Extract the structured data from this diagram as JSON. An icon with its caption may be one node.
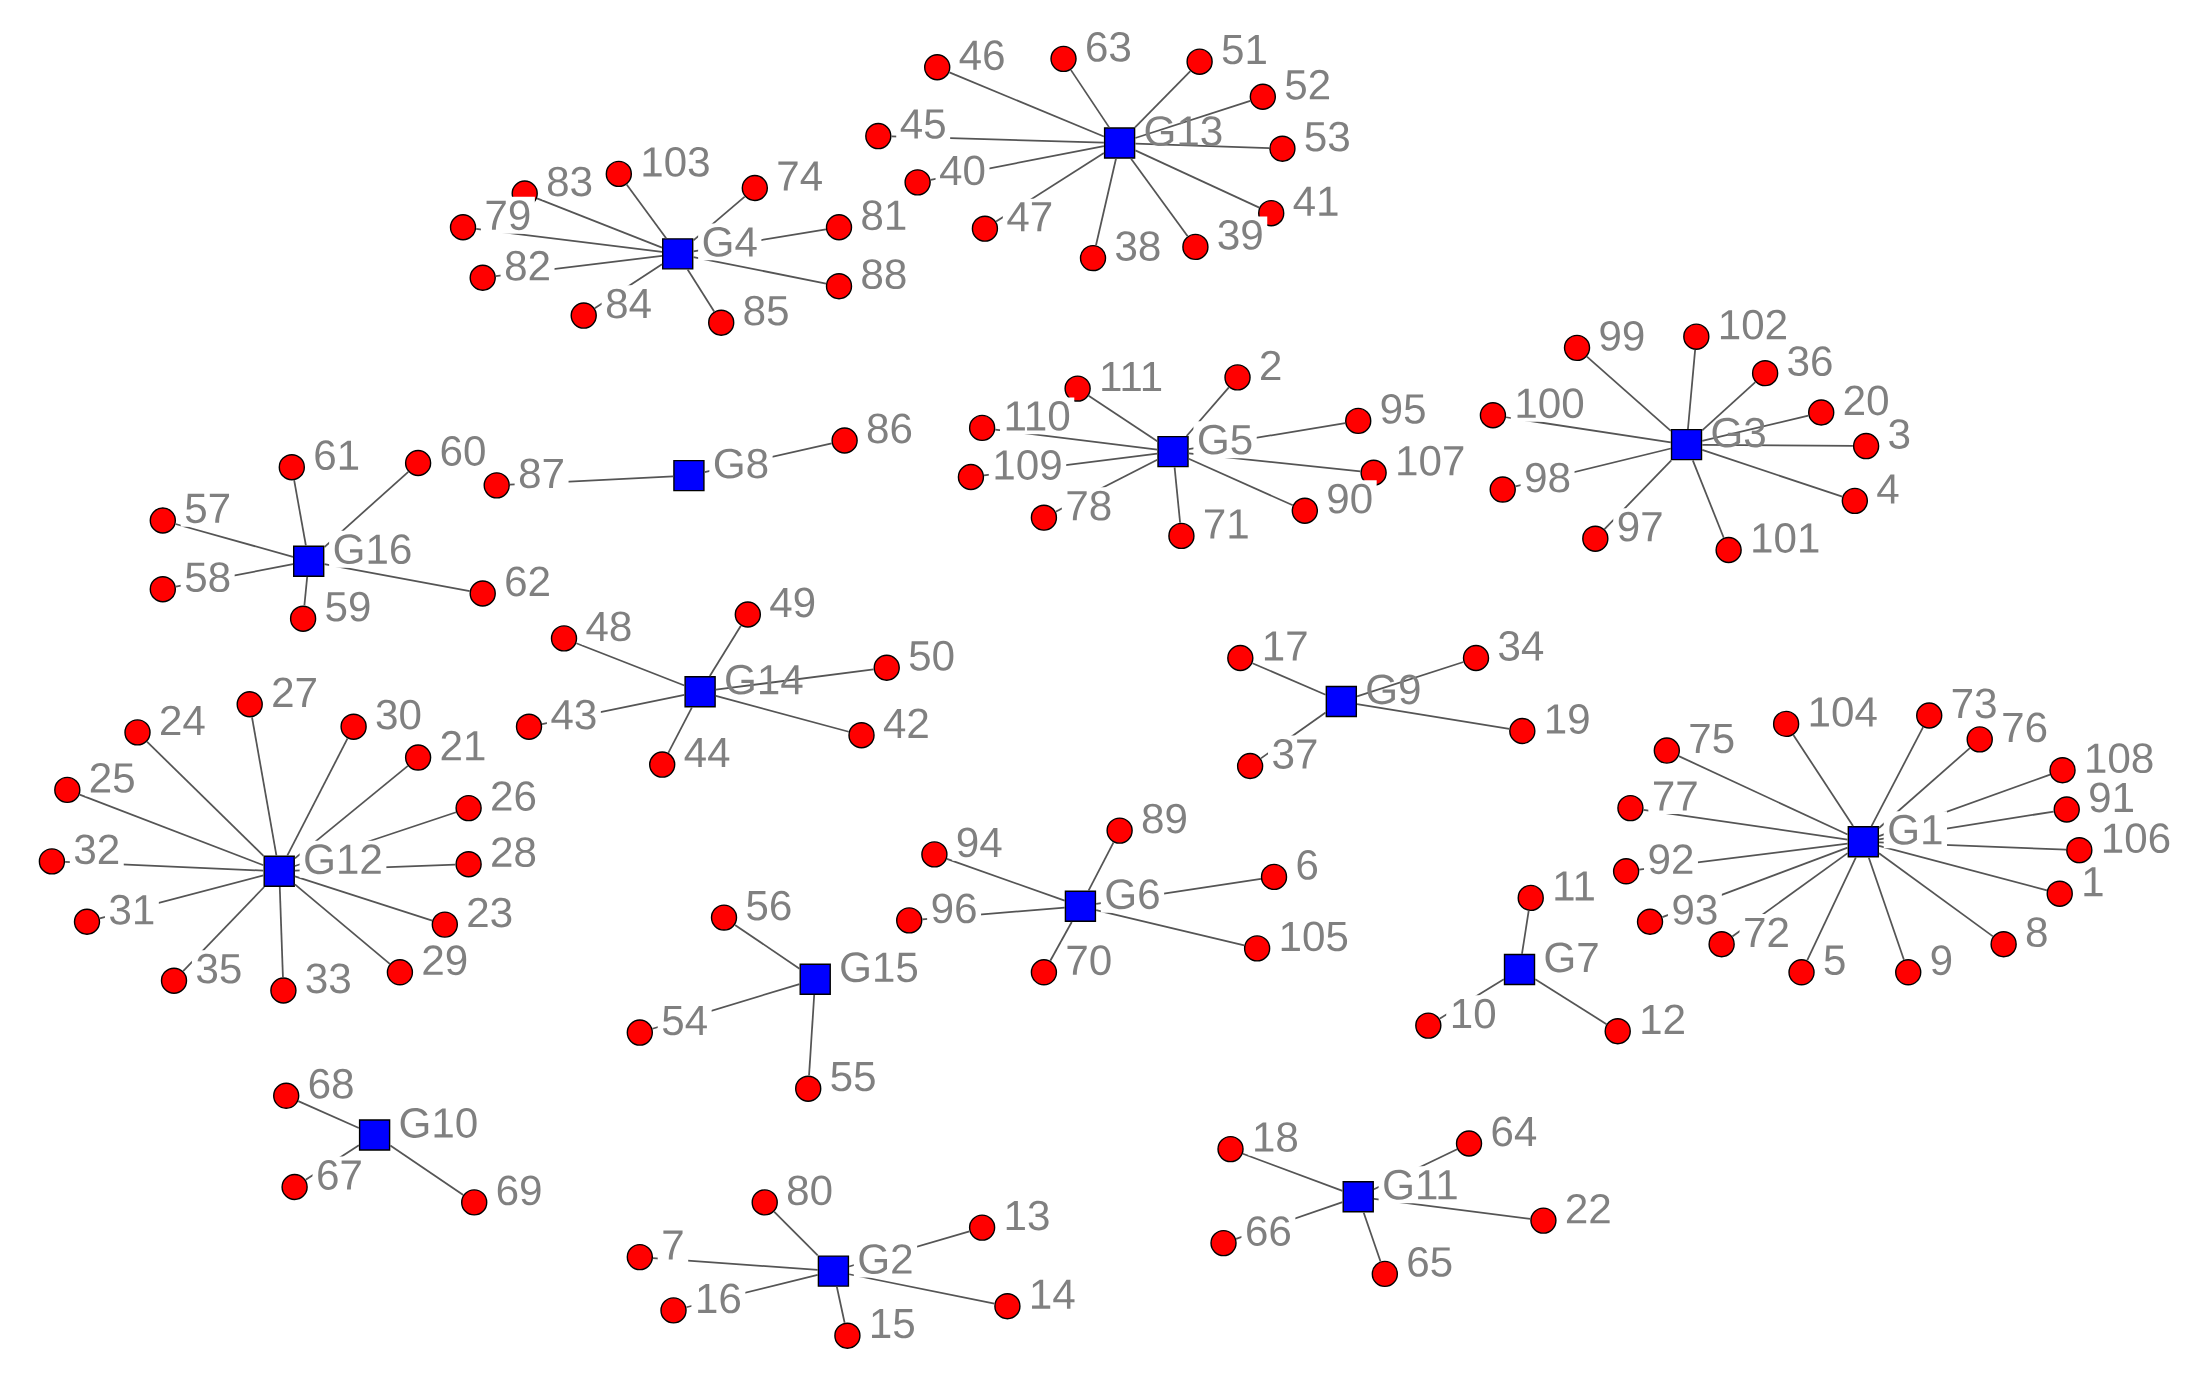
{
  "diagram": {
    "nodes": [
      {
        "text": [],
        "shape": "box",
        "beside": [
          "G13"
        ]
      },
      {
        "text": [],
        "shape": "circle",
        "beside": [
          "46"
        ]
      },
      {
        "text": [],
        "shape": "circle",
        "beside": [
          "63"
        ]
      },
      {
        "text": [],
        "shape": "circle",
        "beside": [
          "51"
        ]
      },
      {
        "text": [],
        "shape": "circle",
        "beside": [
          "52"
        ]
      },
      {
        "text": [],
        "shape": "circle",
        "beside": [
          "53"
        ]
      },
      {
        "text": [],
        "shape": "circle",
        "beside": [
          "45"
        ]
      },
      {
        "text": [],
        "shape": "circle",
        "beside": [
          "40"
        ]
      },
      {
        "text": [],
        "shape": "circle",
        "beside": [
          "47"
        ]
      },
      {
        "text": [],
        "shape": "circle",
        "beside": [
          "38"
        ]
      },
      {
        "text": [],
        "shape": "circle",
        "beside": [
          "39"
        ]
      },
      {
        "text": [],
        "shape": "circle",
        "beside": [
          "41"
        ]
      },
      {
        "text": [],
        "shape": "box",
        "beside": [
          "G4"
        ]
      },
      {
        "text": [],
        "shape": "circle",
        "beside": [
          "103"
        ]
      },
      {
        "text": [],
        "shape": "circle",
        "beside": [
          "74"
        ]
      },
      {
        "text": [],
        "shape": "circle",
        "beside": [
          "83"
        ]
      },
      {
        "text": [],
        "shape": "circle",
        "beside": [
          "79"
        ]
      },
      {
        "text": [],
        "shape": "circle",
        "beside": [
          "81"
        ]
      },
      {
        "text": [],
        "shape": "circle",
        "beside": [
          "82"
        ]
      },
      {
        "text": [],
        "shape": "circle",
        "beside": [
          "88"
        ]
      },
      {
        "text": [],
        "shape": "circle",
        "beside": [
          "84"
        ]
      },
      {
        "text": [],
        "shape": "circle",
        "beside": [
          "85"
        ]
      },
      {
        "text": [],
        "shape": "box",
        "beside": [
          "G8"
        ]
      },
      {
        "text": [],
        "shape": "circle",
        "beside": [
          "87"
        ]
      },
      {
        "text": [],
        "shape": "circle",
        "beside": [
          "86"
        ]
      },
      {
        "text": [],
        "shape": "box",
        "beside": [
          "G16"
        ]
      },
      {
        "text": [],
        "shape": "circle",
        "beside": [
          "61"
        ]
      },
      {
        "text": [],
        "shape": "circle",
        "beside": [
          "60"
        ]
      },
      {
        "text": [],
        "shape": "circle",
        "beside": [
          "57"
        ]
      },
      {
        "text": [],
        "shape": "circle",
        "beside": [
          "58"
        ]
      },
      {
        "text": [],
        "shape": "circle",
        "beside": [
          "59"
        ]
      },
      {
        "text": [],
        "shape": "circle",
        "beside": [
          "62"
        ]
      },
      {
        "text": [],
        "shape": "box",
        "beside": [
          "G5"
        ]
      },
      {
        "text": [],
        "shape": "circle",
        "beside": [
          "111"
        ]
      },
      {
        "text": [],
        "shape": "circle",
        "beside": [
          "2"
        ]
      },
      {
        "text": [],
        "shape": "circle",
        "beside": [
          "95"
        ]
      },
      {
        "text": [],
        "shape": "circle",
        "beside": [
          "110"
        ]
      },
      {
        "text": [],
        "shape": "circle",
        "beside": [
          "109"
        ]
      },
      {
        "text": [],
        "shape": "circle",
        "beside": [
          "107"
        ]
      },
      {
        "text": [],
        "shape": "circle",
        "beside": [
          "78"
        ]
      },
      {
        "text": [],
        "shape": "circle",
        "beside": [
          "71"
        ]
      },
      {
        "text": [],
        "shape": "circle",
        "beside": [
          "90"
        ]
      },
      {
        "text": [],
        "shape": "box",
        "beside": [
          "G3"
        ]
      },
      {
        "text": [],
        "shape": "circle",
        "beside": [
          "99"
        ]
      },
      {
        "text": [],
        "shape": "circle",
        "beside": [
          "102"
        ]
      },
      {
        "text": [],
        "shape": "circle",
        "beside": [
          "36"
        ]
      },
      {
        "text": [],
        "shape": "circle",
        "beside": [
          "20"
        ]
      },
      {
        "text": [],
        "shape": "circle",
        "beside": [
          "100"
        ]
      },
      {
        "text": [],
        "shape": "circle",
        "beside": [
          "3"
        ]
      },
      {
        "text": [],
        "shape": "circle",
        "beside": [
          "98"
        ]
      },
      {
        "text": [],
        "shape": "circle",
        "beside": [
          "4"
        ]
      },
      {
        "text": [],
        "shape": "circle",
        "beside": [
          "97"
        ]
      },
      {
        "text": [],
        "shape": "circle",
        "beside": [
          "101"
        ]
      },
      {
        "text": [],
        "shape": "box",
        "beside": [
          "G14"
        ]
      },
      {
        "text": [],
        "shape": "circle",
        "beside": [
          "48"
        ]
      },
      {
        "text": [],
        "shape": "circle",
        "beside": [
          "49"
        ]
      },
      {
        "text": [],
        "shape": "circle",
        "beside": [
          "50"
        ]
      },
      {
        "text": [],
        "shape": "circle",
        "beside": [
          "43"
        ]
      },
      {
        "text": [],
        "shape": "circle",
        "beside": [
          "42"
        ]
      },
      {
        "text": [],
        "shape": "circle",
        "beside": [
          "44"
        ]
      },
      {
        "text": [],
        "shape": "box",
        "beside": [
          "G9"
        ]
      },
      {
        "text": [],
        "shape": "circle",
        "beside": [
          "17"
        ]
      },
      {
        "text": [],
        "shape": "circle",
        "beside": [
          "34"
        ]
      },
      {
        "text": [],
        "shape": "circle",
        "beside": [
          "19"
        ]
      },
      {
        "text": [],
        "shape": "circle",
        "beside": [
          "37"
        ]
      },
      {
        "text": [],
        "shape": "box",
        "beside": [
          "G1"
        ]
      },
      {
        "text": [],
        "shape": "circle",
        "beside": [
          "75"
        ]
      },
      {
        "text": [],
        "shape": "circle",
        "beside": [
          "104"
        ]
      },
      {
        "text": [],
        "shape": "circle",
        "beside": [
          "73"
        ]
      },
      {
        "text": [],
        "shape": "circle",
        "beside": [
          "76"
        ]
      },
      {
        "text": [],
        "shape": "circle",
        "beside": [
          "108"
        ]
      },
      {
        "text": [],
        "shape": "circle",
        "beside": [
          "91"
        ]
      },
      {
        "text": [],
        "shape": "circle",
        "beside": [
          "77"
        ]
      },
      {
        "text": [],
        "shape": "circle",
        "beside": [
          "106"
        ]
      },
      {
        "text": [],
        "shape": "circle",
        "beside": [
          "92"
        ]
      },
      {
        "text": [],
        "shape": "circle",
        "beside": [
          "1"
        ]
      },
      {
        "text": [],
        "shape": "circle",
        "beside": [
          "93"
        ]
      },
      {
        "text": [],
        "shape": "circle",
        "beside": [
          "72"
        ]
      },
      {
        "text": [],
        "shape": "circle",
        "beside": [
          "8"
        ]
      },
      {
        "text": [],
        "shape": "circle",
        "beside": [
          "5"
        ]
      },
      {
        "text": [],
        "shape": "circle",
        "beside": [
          "9"
        ]
      },
      {
        "text": [],
        "shape": "box",
        "beside": [
          "G12"
        ]
      },
      {
        "text": [],
        "shape": "circle",
        "beside": [
          "27"
        ]
      },
      {
        "text": [],
        "shape": "circle",
        "beside": [
          "24"
        ]
      },
      {
        "text": [],
        "shape": "circle",
        "beside": [
          "30"
        ]
      },
      {
        "text": [],
        "shape": "circle",
        "beside": [
          "21"
        ]
      },
      {
        "text": [],
        "shape": "circle",
        "beside": [
          "25"
        ]
      },
      {
        "text": [],
        "shape": "circle",
        "beside": [
          "26"
        ]
      },
      {
        "text": [],
        "shape": "circle",
        "beside": [
          "32"
        ]
      },
      {
        "text": [],
        "shape": "circle",
        "beside": [
          "28"
        ]
      },
      {
        "text": [],
        "shape": "circle",
        "beside": [
          "31"
        ]
      },
      {
        "text": [],
        "shape": "circle",
        "beside": [
          "23"
        ]
      },
      {
        "text": [],
        "shape": "circle",
        "beside": [
          "29"
        ]
      },
      {
        "text": [],
        "shape": "circle",
        "beside": [
          "35"
        ]
      },
      {
        "text": [],
        "shape": "circle",
        "beside": [
          "33"
        ]
      },
      {
        "text": [],
        "shape": "box",
        "beside": [
          "G6"
        ]
      },
      {
        "text": [],
        "shape": "circle",
        "beside": [
          "89"
        ]
      },
      {
        "text": [],
        "shape": "circle",
        "beside": [
          "94"
        ]
      },
      {
        "text": [],
        "shape": "circle",
        "beside": [
          "6"
        ]
      },
      {
        "text": [],
        "shape": "circle",
        "beside": [
          "96"
        ]
      },
      {
        "text": [],
        "shape": "circle",
        "beside": [
          "105"
        ]
      },
      {
        "text": [],
        "shape": "circle",
        "beside": [
          "70"
        ]
      },
      {
        "text": [],
        "shape": "box",
        "beside": [
          "G15"
        ]
      },
      {
        "text": [],
        "shape": "circle",
        "beside": [
          "56"
        ]
      },
      {
        "text": [],
        "shape": "circle",
        "beside": [
          "54"
        ]
      },
      {
        "text": [],
        "shape": "circle",
        "beside": [
          "55"
        ]
      },
      {
        "text": [],
        "shape": "box",
        "beside": [
          "G7"
        ]
      },
      {
        "text": [],
        "shape": "circle",
        "beside": [
          "11"
        ]
      },
      {
        "text": [],
        "shape": "circle",
        "beside": [
          "10"
        ]
      },
      {
        "text": [],
        "shape": "circle",
        "beside": [
          "12"
        ]
      },
      {
        "text": [],
        "shape": "box",
        "beside": [
          "G10"
        ]
      },
      {
        "text": [],
        "shape": "circle",
        "beside": [
          "68"
        ]
      },
      {
        "text": [],
        "shape": "circle",
        "beside": [
          "67"
        ]
      },
      {
        "text": [],
        "shape": "circle",
        "beside": [
          "69"
        ]
      },
      {
        "text": [],
        "shape": "box",
        "beside": [
          "G11"
        ]
      },
      {
        "text": [],
        "shape": "circle",
        "beside": [
          "18"
        ]
      },
      {
        "text": [],
        "shape": "circle",
        "beside": [
          "64"
        ]
      },
      {
        "text": [],
        "shape": "circle",
        "beside": [
          "22"
        ]
      },
      {
        "text": [],
        "shape": "circle",
        "beside": [
          "66"
        ]
      },
      {
        "text": [],
        "shape": "circle",
        "beside": [
          "65"
        ]
      },
      {
        "text": [],
        "shape": "box",
        "beside": [
          "G2"
        ]
      },
      {
        "text": [],
        "shape": "circle",
        "beside": [
          "80"
        ]
      },
      {
        "text": [],
        "shape": "circle",
        "beside": [
          "13"
        ]
      },
      {
        "text": [],
        "shape": "circle",
        "beside": [
          "7"
        ]
      },
      {
        "text": [],
        "shape": "circle",
        "beside": [
          "16"
        ]
      },
      {
        "text": [],
        "shape": "circle",
        "beside": [
          "14"
        ]
      },
      {
        "text": [],
        "shape": "circle",
        "beside": [
          "15"
        ]
      }
    ],
    "edges": [
      {
        "from": 0,
        "to": 1,
        "arrow": "none"
      },
      {
        "from": 0,
        "to": 2,
        "arrow": "none"
      },
      {
        "from": 0,
        "to": 3,
        "arrow": "none"
      },
      {
        "from": 0,
        "to": 4,
        "arrow": "none"
      },
      {
        "from": 0,
        "to": 5,
        "arrow": "none"
      },
      {
        "from": 0,
        "to": 6,
        "arrow": "none"
      },
      {
        "from": 0,
        "to": 7,
        "arrow": "none"
      },
      {
        "from": 0,
        "to": 8,
        "arrow": "none"
      },
      {
        "from": 0,
        "to": 9,
        "arrow": "none"
      },
      {
        "from": 0,
        "to": 10,
        "arrow": "none"
      },
      {
        "from": 0,
        "to": 11,
        "arrow": "none"
      },
      {
        "from": 12,
        "to": 13,
        "arrow": "none"
      },
      {
        "from": 12,
        "to": 14,
        "arrow": "none"
      },
      {
        "from": 12,
        "to": 15,
        "arrow": "none"
      },
      {
        "from": 12,
        "to": 16,
        "arrow": "none"
      },
      {
        "from": 12,
        "to": 17,
        "arrow": "none"
      },
      {
        "from": 12,
        "to": 18,
        "arrow": "none"
      },
      {
        "from": 12,
        "to": 19,
        "arrow": "none"
      },
      {
        "from": 12,
        "to": 20,
        "arrow": "none"
      },
      {
        "from": 12,
        "to": 21,
        "arrow": "none"
      },
      {
        "from": 22,
        "to": 23,
        "arrow": "none"
      },
      {
        "from": 22,
        "to": 24,
        "arrow": "none"
      },
      {
        "from": 25,
        "to": 26,
        "arrow": "none"
      },
      {
        "from": 25,
        "to": 27,
        "arrow": "none"
      },
      {
        "from": 25,
        "to": 28,
        "arrow": "none"
      },
      {
        "from": 25,
        "to": 29,
        "arrow": "none"
      },
      {
        "from": 25,
        "to": 30,
        "arrow": "none"
      },
      {
        "from": 25,
        "to": 31,
        "arrow": "none"
      },
      {
        "from": 32,
        "to": 33,
        "arrow": "none"
      },
      {
        "from": 32,
        "to": 34,
        "arrow": "none"
      },
      {
        "from": 32,
        "to": 35,
        "arrow": "none"
      },
      {
        "from": 32,
        "to": 36,
        "arrow": "none"
      },
      {
        "from": 32,
        "to": 37,
        "arrow": "none"
      },
      {
        "from": 32,
        "to": 38,
        "arrow": "none"
      },
      {
        "from": 32,
        "to": 39,
        "arrow": "none"
      },
      {
        "from": 32,
        "to": 40,
        "arrow": "none"
      },
      {
        "from": 32,
        "to": 41,
        "arrow": "none"
      },
      {
        "from": 42,
        "to": 43,
        "arrow": "none"
      },
      {
        "from": 42,
        "to": 44,
        "arrow": "none"
      },
      {
        "from": 42,
        "to": 45,
        "arrow": "none"
      },
      {
        "from": 42,
        "to": 46,
        "arrow": "none"
      },
      {
        "from": 42,
        "to": 47,
        "arrow": "none"
      },
      {
        "from": 42,
        "to": 48,
        "arrow": "none"
      },
      {
        "from": 42,
        "to": 49,
        "arrow": "none"
      },
      {
        "from": 42,
        "to": 50,
        "arrow": "none"
      },
      {
        "from": 42,
        "to": 51,
        "arrow": "none"
      },
      {
        "from": 42,
        "to": 52,
        "arrow": "none"
      },
      {
        "from": 53,
        "to": 54,
        "arrow": "none"
      },
      {
        "from": 53,
        "to": 55,
        "arrow": "none"
      },
      {
        "from": 53,
        "to": 56,
        "arrow": "none"
      },
      {
        "from": 53,
        "to": 57,
        "arrow": "none"
      },
      {
        "from": 53,
        "to": 58,
        "arrow": "none"
      },
      {
        "from": 53,
        "to": 59,
        "arrow": "none"
      },
      {
        "from": 60,
        "to": 61,
        "arrow": "none"
      },
      {
        "from": 60,
        "to": 62,
        "arrow": "none"
      },
      {
        "from": 60,
        "to": 63,
        "arrow": "none"
      },
      {
        "from": 60,
        "to": 64,
        "arrow": "none"
      },
      {
        "from": 65,
        "to": 66,
        "arrow": "none"
      },
      {
        "from": 65,
        "to": 67,
        "arrow": "none"
      },
      {
        "from": 65,
        "to": 68,
        "arrow": "none"
      },
      {
        "from": 65,
        "to": 69,
        "arrow": "none"
      },
      {
        "from": 65,
        "to": 70,
        "arrow": "none"
      },
      {
        "from": 65,
        "to": 71,
        "arrow": "none"
      },
      {
        "from": 65,
        "to": 72,
        "arrow": "none"
      },
      {
        "from": 65,
        "to": 73,
        "arrow": "none"
      },
      {
        "from": 65,
        "to": 74,
        "arrow": "none"
      },
      {
        "from": 65,
        "to": 75,
        "arrow": "none"
      },
      {
        "from": 65,
        "to": 76,
        "arrow": "none"
      },
      {
        "from": 65,
        "to": 77,
        "arrow": "none"
      },
      {
        "from": 65,
        "to": 78,
        "arrow": "none"
      },
      {
        "from": 65,
        "to": 79,
        "arrow": "none"
      },
      {
        "from": 65,
        "to": 80,
        "arrow": "none"
      },
      {
        "from": 81,
        "to": 82,
        "arrow": "none"
      },
      {
        "from": 81,
        "to": 83,
        "arrow": "none"
      },
      {
        "from": 81,
        "to": 84,
        "arrow": "none"
      },
      {
        "from": 81,
        "to": 85,
        "arrow": "none"
      },
      {
        "from": 81,
        "to": 86,
        "arrow": "none"
      },
      {
        "from": 81,
        "to": 87,
        "arrow": "none"
      },
      {
        "from": 81,
        "to": 88,
        "arrow": "none"
      },
      {
        "from": 81,
        "to": 89,
        "arrow": "none"
      },
      {
        "from": 81,
        "to": 90,
        "arrow": "none"
      },
      {
        "from": 81,
        "to": 91,
        "arrow": "none"
      },
      {
        "from": 81,
        "to": 92,
        "arrow": "none"
      },
      {
        "from": 81,
        "to": 93,
        "arrow": "none"
      },
      {
        "from": 81,
        "to": 94,
        "arrow": "none"
      },
      {
        "from": 95,
        "to": 96,
        "arrow": "none"
      },
      {
        "from": 95,
        "to": 97,
        "arrow": "none"
      },
      {
        "from": 95,
        "to": 98,
        "arrow": "none"
      },
      {
        "from": 95,
        "to": 99,
        "arrow": "none"
      },
      {
        "from": 95,
        "to": 100,
        "arrow": "none"
      },
      {
        "from": 95,
        "to": 101,
        "arrow": "none"
      },
      {
        "from": 102,
        "to": 103,
        "arrow": "none"
      },
      {
        "from": 102,
        "to": 104,
        "arrow": "none"
      },
      {
        "from": 102,
        "to": 105,
        "arrow": "none"
      },
      {
        "from": 106,
        "to": 107,
        "arrow": "none"
      },
      {
        "from": 106,
        "to": 108,
        "arrow": "none"
      },
      {
        "from": 106,
        "to": 109,
        "arrow": "none"
      },
      {
        "from": 110,
        "to": 111,
        "arrow": "none"
      },
      {
        "from": 110,
        "to": 112,
        "arrow": "none"
      },
      {
        "from": 110,
        "to": 113,
        "arrow": "none"
      },
      {
        "from": 114,
        "to": 115,
        "arrow": "none"
      },
      {
        "from": 114,
        "to": 116,
        "arrow": "none"
      },
      {
        "from": 114,
        "to": 117,
        "arrow": "none"
      },
      {
        "from": 114,
        "to": 118,
        "arrow": "none"
      },
      {
        "from": 114,
        "to": 119,
        "arrow": "none"
      },
      {
        "from": 120,
        "to": 121,
        "arrow": "none"
      },
      {
        "from": 120,
        "to": 122,
        "arrow": "none"
      },
      {
        "from": 120,
        "to": 123,
        "arrow": "none"
      },
      {
        "from": 120,
        "to": 124,
        "arrow": "none"
      },
      {
        "from": 120,
        "to": 125,
        "arrow": "none"
      },
      {
        "from": 120,
        "to": 126,
        "arrow": "none"
      }
    ]
  }
}
